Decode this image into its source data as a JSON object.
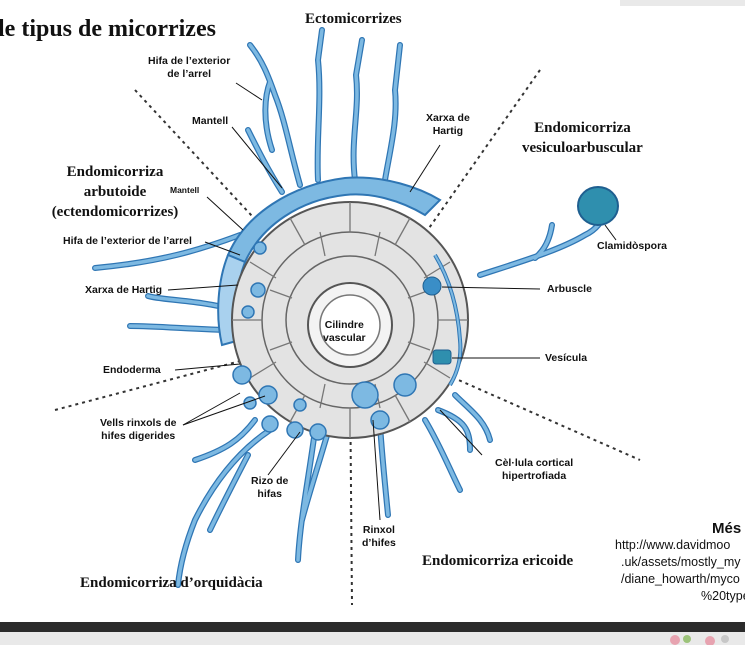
{
  "slide": {
    "title": "le tipus de micorrizes",
    "more_label": "Més",
    "link_lines": [
      "http://www.davidmoo",
      ".uk/assets/mostly_my",
      "/diane_howarth/myco",
      "%20type"
    ]
  },
  "sections": {
    "ecto": "Ectomicorrizes",
    "vesicular_1": "Endomicorriza",
    "vesicular_2": "vesiculoarbuscular",
    "arbutoid_1": "Endomicorriza",
    "arbutoid_2": "arbutoide",
    "arbutoid_3": "(ectendomicorrizes)",
    "orchid": "Endomicorriza d’orquidàcia",
    "ericoid": "Endomicorriza ericoide"
  },
  "labels": {
    "hifa_ext_1": "Hifa de l’exterior",
    "hifa_ext_2": "de l’arrel",
    "mantell_ecto": "Mantell",
    "xarxa_ecto_1": "Xarxa de",
    "xarxa_ecto_2": "Hartig",
    "mantell_arb": "Mantell",
    "hifa_ext_arb": "Hifa de l’exterior de l’arrel",
    "xarxa_arb": "Xarxa de Hartig",
    "endoderma": "Endoderma",
    "cilindre_1": "Cilindre",
    "cilindre_2": "vascular",
    "clamidospora": "Clamidòspora",
    "arbuscle": "Arbuscle",
    "vesicula": "Vesícula",
    "vells_1": "Vells rinxols de",
    "vells_2": "hifes digerides",
    "rizo_1": "Rizo de",
    "rizo_2": "hifas",
    "rinxol_1": "Rinxol",
    "rinxol_2": "d’hifes",
    "celula_1": "Cèl·lula cortical",
    "celula_2": "hipertrofiada"
  },
  "colors": {
    "hypha": "#7db9e2",
    "hypha_outline": "#2f76b4",
    "cell_fill": "#e3e3e3",
    "cell_stroke": "#555555",
    "vesicle": "#2f8fae",
    "divider": "#333333",
    "bar": "#2b2b2b"
  }
}
